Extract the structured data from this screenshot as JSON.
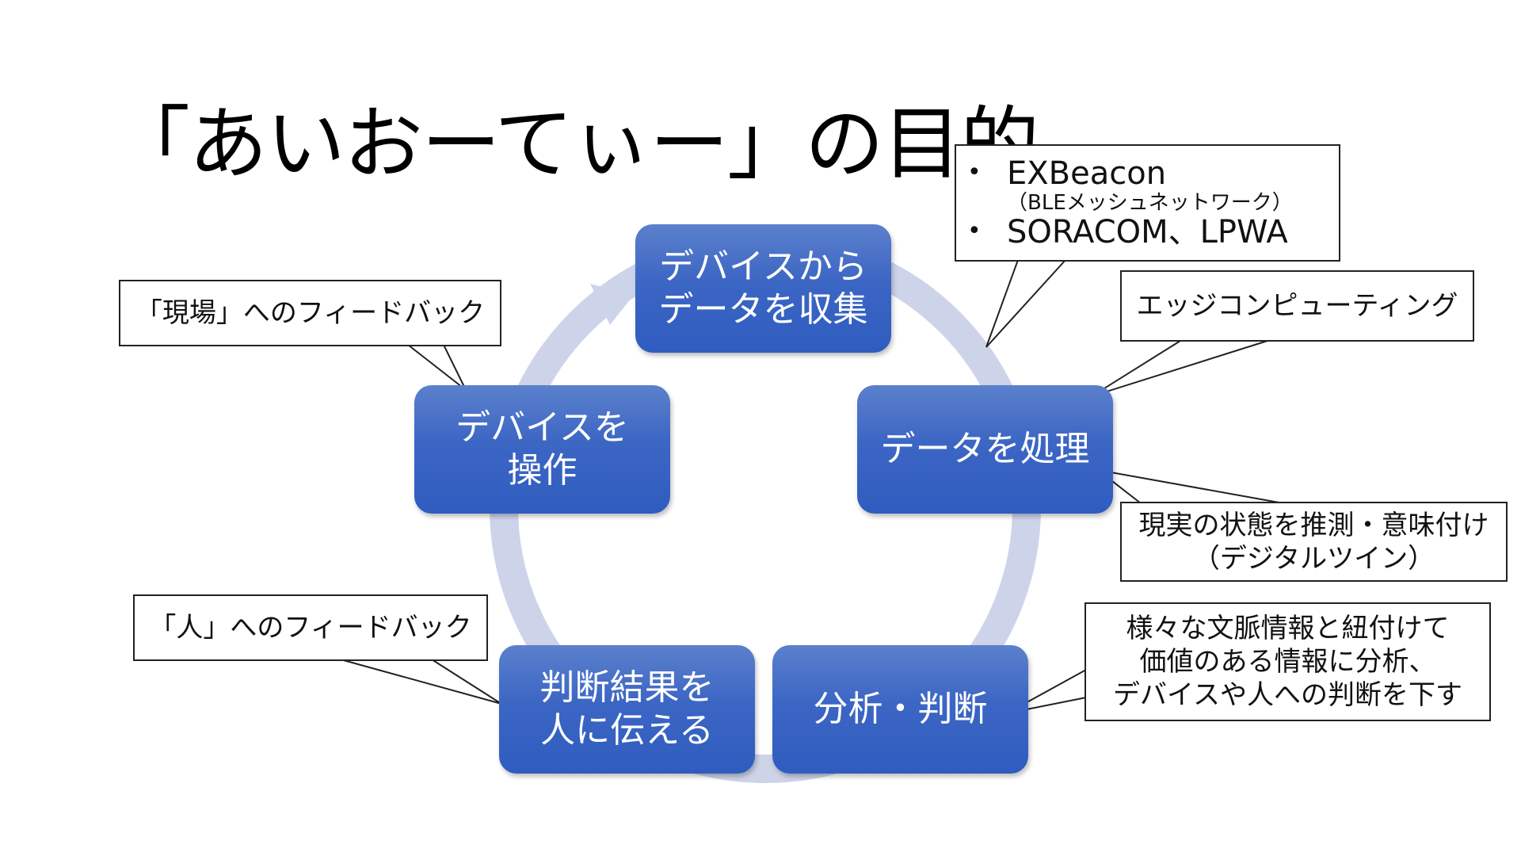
{
  "title": "「あいおーてぃー」の目的",
  "cycle": [
    {
      "id": "collect",
      "lines": [
        "デバイスから",
        "データを収集"
      ]
    },
    {
      "id": "process",
      "lines": [
        "データを処理"
      ]
    },
    {
      "id": "analyze",
      "lines": [
        "分析・判断"
      ]
    },
    {
      "id": "tell",
      "lines": [
        "判断結果を",
        "人に伝える"
      ]
    },
    {
      "id": "operate",
      "lines": [
        "デバイスを",
        "操作"
      ]
    }
  ],
  "callouts": {
    "network": {
      "items": [
        {
          "bullet": "•",
          "text": "EXBeacon",
          "sub": "（BLEメッシュネットワーク）"
        },
        {
          "bullet": "•",
          "text": "SORACOM、LPWA"
        }
      ]
    },
    "edge": {
      "lines": [
        "エッジコンピューティング"
      ]
    },
    "twin": {
      "lines": [
        "現実の状態を推測・意味付け",
        "（デジタルツイン）"
      ]
    },
    "context": {
      "lines": [
        "様々な文脈情報と紐付けて",
        "価値のある情報に分析、",
        "デバイスや人への判断を下す"
      ]
    },
    "genba": {
      "lines": [
        "「現場」へのフィードバック"
      ]
    },
    "hito": {
      "lines": [
        "「人」へのフィードバック"
      ]
    }
  },
  "colors": {
    "box": "#3c66c4",
    "ring": "#cdd4ea",
    "text": "#000000"
  }
}
